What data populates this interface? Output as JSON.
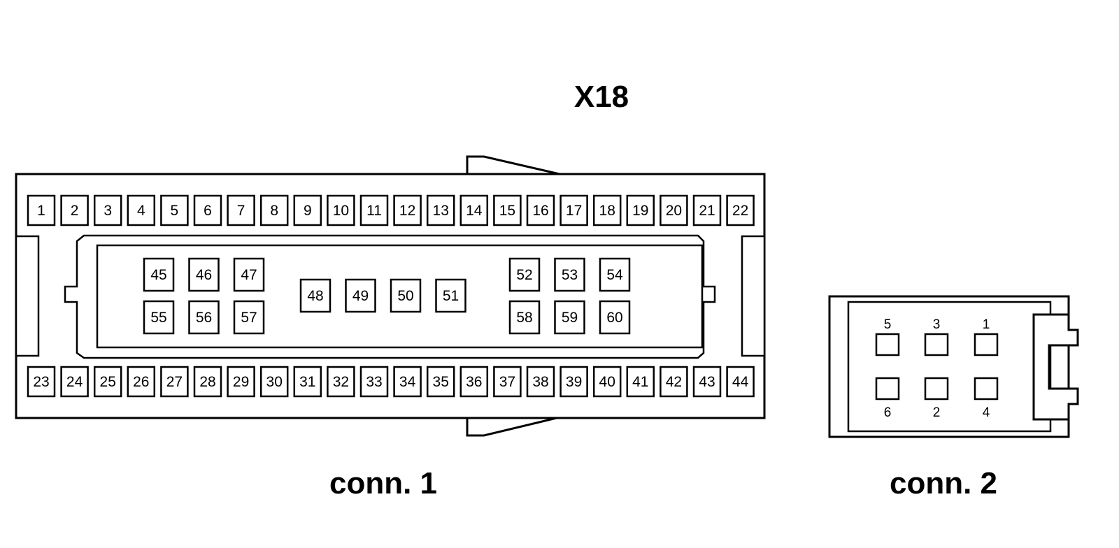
{
  "title": "X18",
  "connector1": {
    "label": "conn. 1",
    "top_row": [
      "1",
      "2",
      "3",
      "4",
      "5",
      "6",
      "7",
      "8",
      "9",
      "10",
      "11",
      "12",
      "13",
      "14",
      "15",
      "16",
      "17",
      "18",
      "19",
      "20",
      "21",
      "22"
    ],
    "bottom_row": [
      "23",
      "24",
      "25",
      "26",
      "27",
      "28",
      "29",
      "30",
      "31",
      "32",
      "33",
      "34",
      "35",
      "36",
      "37",
      "38",
      "39",
      "40",
      "41",
      "42",
      "43",
      "44"
    ],
    "inner_left": [
      [
        "45",
        "46",
        "47"
      ],
      [
        "55",
        "56",
        "57"
      ]
    ],
    "inner_middle": [
      "48",
      "49",
      "50",
      "51"
    ],
    "inner_right": [
      [
        "52",
        "53",
        "54"
      ],
      [
        "58",
        "59",
        "60"
      ]
    ]
  },
  "connector2": {
    "label": "conn. 2",
    "top_labels": [
      "5",
      "3",
      "1"
    ],
    "bottom_labels": [
      "6",
      "2",
      "4"
    ]
  }
}
